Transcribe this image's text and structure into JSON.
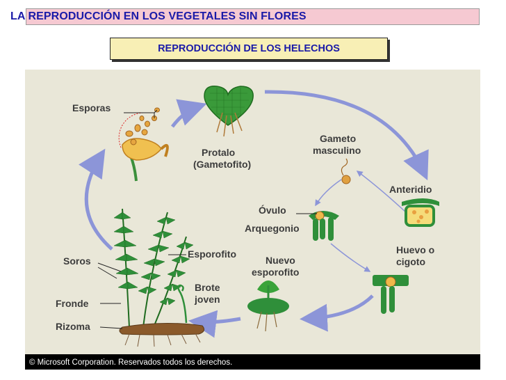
{
  "header": {
    "title": "LA REPRODUCCIÓN EN LOS VEGETALES SIN FLORES",
    "subtitle": "REPRODUCCIÓN DE LOS HELECHOS"
  },
  "diagram": {
    "labels": {
      "esporas": "Esporas",
      "protalo": "Protalo",
      "gametofito": "(Gametofito)",
      "gameto": "Gameto",
      "masculino": "masculino",
      "anteridio": "Anteridio",
      "ovulo": "Óvulo",
      "arquegonio": "Arquegonio",
      "huevo": "Huevo o",
      "cigoto": "cigoto",
      "soros": "Soros",
      "esporofito": "Esporofito",
      "nuevo": "Nuevo",
      "esporofito2": "esporofito",
      "fronde": "Fronde",
      "brote": "Brote",
      "joven": "joven",
      "rizoma": "Rizoma"
    },
    "copyright": "© Microsoft Corporation. Reservados todos los derechos."
  },
  "colors": {
    "title_text": "#1a1aa8",
    "title_bg": "#f6c9d2",
    "subtitle_bg": "#f8efb5",
    "diagram_bg": "#e9e7d8",
    "leaf_green": "#2f8f3a",
    "arrow_blue": "#8c95d8"
  }
}
